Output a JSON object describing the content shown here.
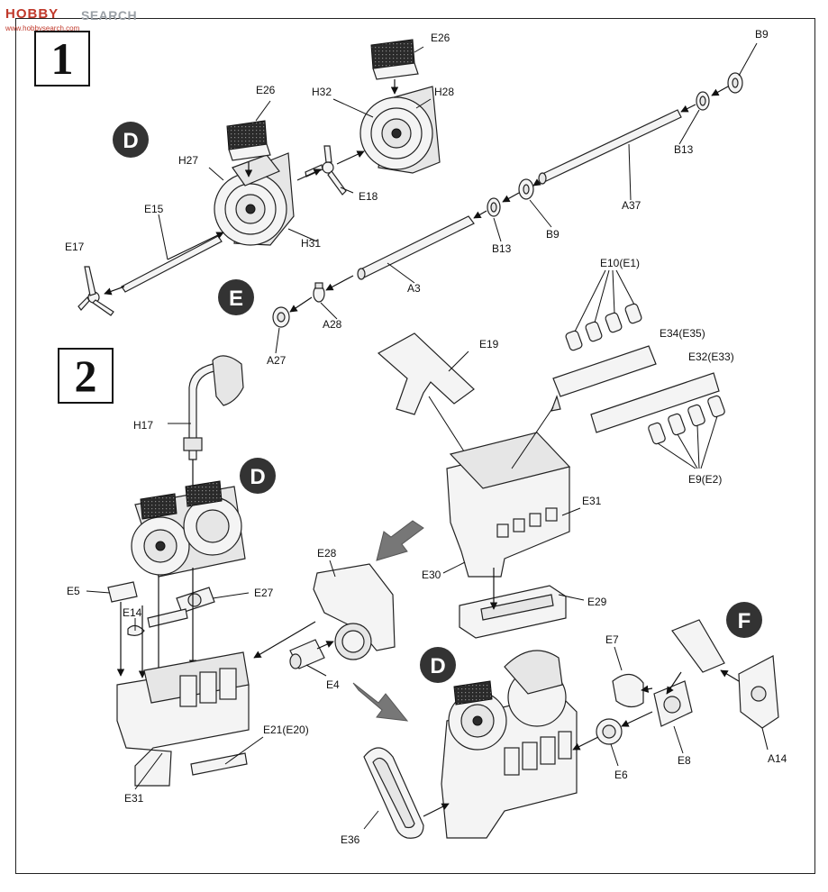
{
  "watermark": {
    "brand": "HOBBY",
    "search": "SEARCH",
    "url": "www.hobbysearch.com"
  },
  "steps": [
    "1",
    "2"
  ],
  "subassemblies": {
    "d1": "D",
    "e": "E",
    "d2": "D",
    "f": "F",
    "d3": "D"
  },
  "parts": {
    "e26_a": "E26",
    "e26_b": "E26",
    "h32": "H32",
    "h28": "H28",
    "b9_a": "B9",
    "h27": "H27",
    "e15": "E15",
    "e18": "E18",
    "b13_a": "B13",
    "a37": "A37",
    "e17": "E17",
    "h31": "H31",
    "b13_b": "B13",
    "b9_b": "B9",
    "a3": "A3",
    "a28": "A28",
    "a27": "A27",
    "e10": "E10(E1)",
    "e34": "E34(E35)",
    "e19": "E19",
    "e32": "E32(E33)",
    "h17": "H17",
    "e9": "E9(E2)",
    "e31_a": "E31",
    "e28": "E28",
    "e30": "E30",
    "e5": "E5",
    "e27": "E27",
    "e29": "E29",
    "e14": "E14",
    "e7": "E7",
    "e4": "E4",
    "e21": "E21(E20)",
    "e31_b": "E31",
    "e8": "E8",
    "a14": "A14",
    "e6": "E6",
    "e36": "E36"
  },
  "colors": {
    "ink": "#111111",
    "badge": "#333333",
    "part_fill": "#f4f4f4",
    "vent": "#2a2a2a"
  }
}
